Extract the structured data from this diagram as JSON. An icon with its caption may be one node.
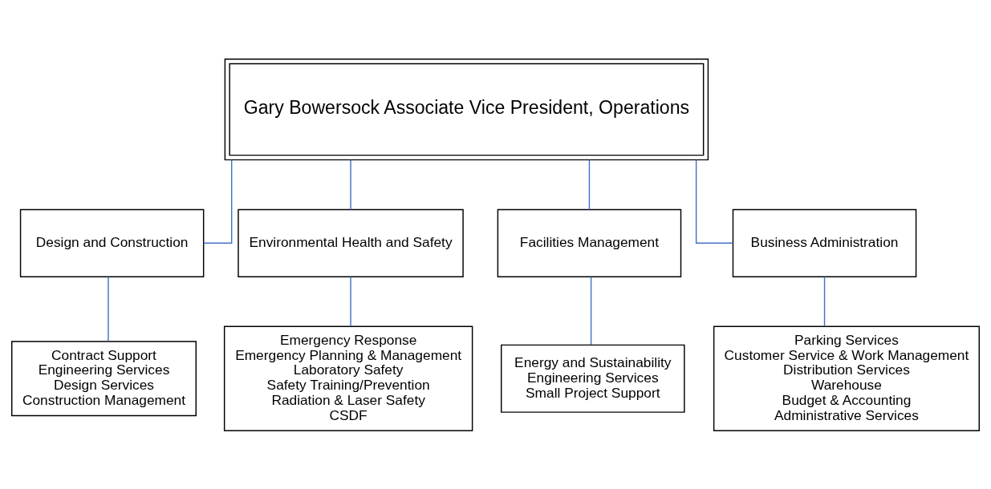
{
  "diagram": {
    "nodes": [
      {
        "text": [
          "Gary Bowersock Associate Vice President, Operations"
        ]
      },
      {
        "text": [
          "Design and Construction"
        ]
      },
      {
        "text": [
          "Environmental Health and Safety"
        ]
      },
      {
        "text": [
          "Facilities Management"
        ]
      },
      {
        "text": [
          "Business Administration"
        ]
      },
      {
        "text": [
          "Contract Support",
          "Engineering Services",
          "Design Services",
          "Construction Management"
        ]
      },
      {
        "text": [
          "Emergency Response",
          "Emergency Planning & Management",
          "Laboratory Safety",
          "Safety Training/Prevention",
          "Radiation & Laser Safety",
          "CSDF"
        ]
      },
      {
        "text": [
          "Energy and Sustainability",
          "Engineering Services",
          "Small Project Support"
        ]
      },
      {
        "text": [
          "Parking Services",
          "Customer Service & Work Management",
          "Distribution Services",
          "Warehouse",
          "Budget & Accounting",
          "Administrative Services"
        ]
      }
    ],
    "edges": [
      {
        "from": 0,
        "to": 1,
        "arrow": "none"
      },
      {
        "from": 0,
        "to": 2,
        "arrow": "none"
      },
      {
        "from": 0,
        "to": 3,
        "arrow": "none"
      },
      {
        "from": 0,
        "to": 4,
        "arrow": "none"
      },
      {
        "from": 1,
        "to": 5,
        "arrow": "none"
      },
      {
        "from": 2,
        "to": 6,
        "arrow": "none"
      },
      {
        "from": 3,
        "to": 7,
        "arrow": "none"
      },
      {
        "from": 4,
        "to": 8,
        "arrow": "none"
      }
    ]
  }
}
